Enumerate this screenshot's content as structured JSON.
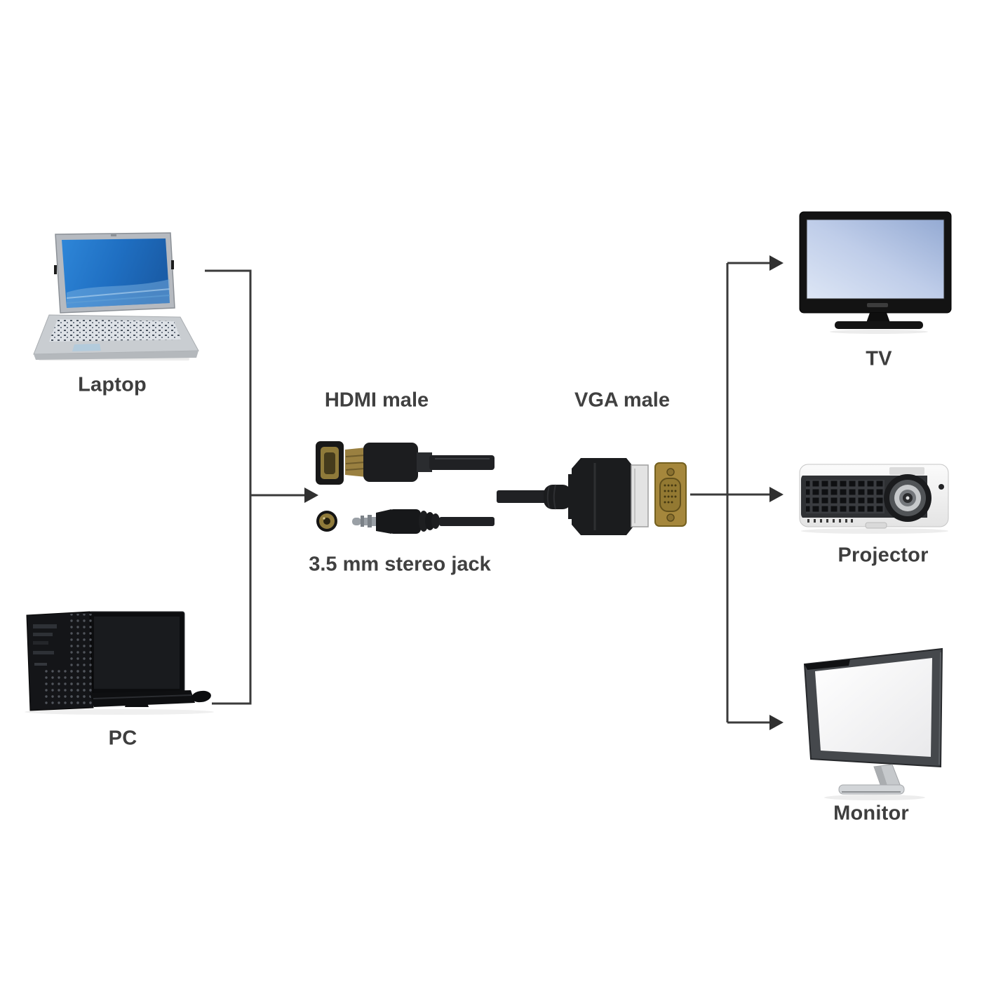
{
  "background": "#ffffff",
  "labels": {
    "laptop": "Laptop",
    "pc": "PC",
    "hdmi_male": "HDMI male",
    "vga_male": "VGA male",
    "stereo_jack": "3.5 mm stereo jack",
    "tv": "TV",
    "projector": "Projector",
    "monitor": "Monitor"
  },
  "colors": {
    "line": "#3a3a3a",
    "text": "#3e3e3e",
    "connector_black": "#1c1d1f",
    "connector_gold": "#9c8038",
    "laptop_screen_blue": "#1f6fc2",
    "tv_screen_blue": "#bfcde9",
    "monitor_screen": "#f5f5f5",
    "projector_body": "#f3f3f3"
  },
  "icons": [
    "laptop-icon",
    "pc-icon",
    "hdmi-port-icon",
    "hdmi-plug-icon",
    "audio-jack-port-icon",
    "audio-jack-plug-icon",
    "vga-plug-icon",
    "vga-port-icon",
    "tv-icon",
    "projector-icon",
    "monitor-icon",
    "arrow-right-icon"
  ],
  "connections": [
    {
      "from": "Laptop",
      "to": "HDMI male"
    },
    {
      "from": "PC",
      "to": "HDMI male"
    },
    {
      "from": "VGA male",
      "to": "TV"
    },
    {
      "from": "VGA male",
      "to": "Projector"
    },
    {
      "from": "VGA male",
      "to": "Monitor"
    }
  ]
}
